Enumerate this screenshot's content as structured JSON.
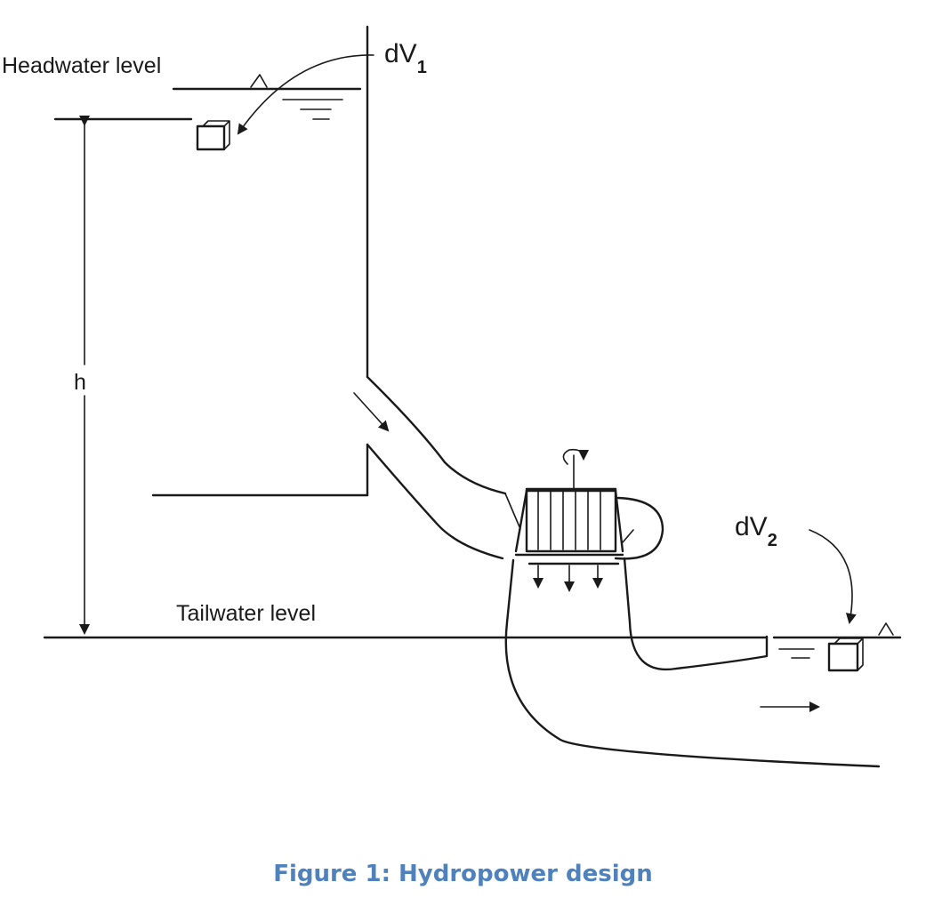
{
  "labels": {
    "headwater": "Headwater level",
    "tailwater": "Tailwater level",
    "height": "h",
    "dv1_main": "dV",
    "dv1_sub": "1",
    "dv2_main": "dV",
    "dv2_sub": "2"
  },
  "caption": "Figure 1: Hydropower design",
  "colors": {
    "caption": "#4f81bd",
    "line": "#1a1a1a"
  }
}
